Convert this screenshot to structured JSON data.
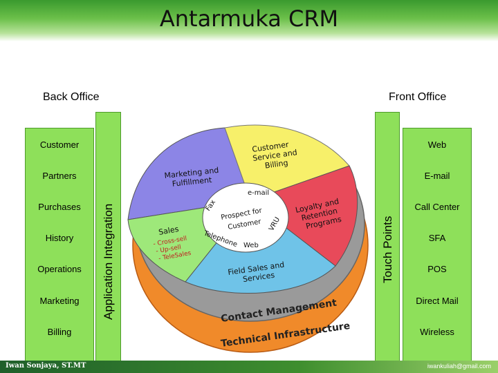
{
  "title": "Antarmuka CRM",
  "back_office": {
    "label": "Back Office",
    "items": [
      "Customer",
      "Partners",
      "Purchases",
      "History",
      "Operations",
      "Marketing",
      "Billing"
    ],
    "integration_label": "Application Integration"
  },
  "front_office": {
    "label": "Front Office",
    "items": [
      "Web",
      "E-mail",
      "Call Center",
      "SFA",
      "POS",
      "Direct Mail",
      "Wireless"
    ],
    "touch_points_label": "Touch Points"
  },
  "diagram": {
    "segments": {
      "marketing": "Marketing and Fulfillment",
      "customer_service": "Customer Service and Billing",
      "loyalty": "Loyalty and Retention Programs",
      "field_sales": "Field Sales and Services",
      "sales": "Sales",
      "sales_bullets": [
        "- Cross-sell",
        "- Up-sell",
        "- TeleSales"
      ]
    },
    "center": {
      "email": "e-mail",
      "fax": "Fax",
      "vru": "VRU",
      "telephone": "Telephone",
      "web": "Web",
      "prospect": "Prospect for",
      "customer": "Customer"
    },
    "rings": {
      "contact_management": "Contact Management",
      "technical_infrastructure": "Technical Infrastructure"
    },
    "colors": {
      "marketing": "#8c85e6",
      "customer_service": "#f7f06a",
      "loyalty": "#e84a5a",
      "field_sales": "#6fc3e8",
      "sales": "#9ee87a",
      "contact_ring": "#9a9a9a",
      "infra_ring": "#f08a2a"
    }
  },
  "footer": {
    "author": "Iwan Sonjaya, ST.MT",
    "email": "iwankuliah@gmail.com"
  }
}
